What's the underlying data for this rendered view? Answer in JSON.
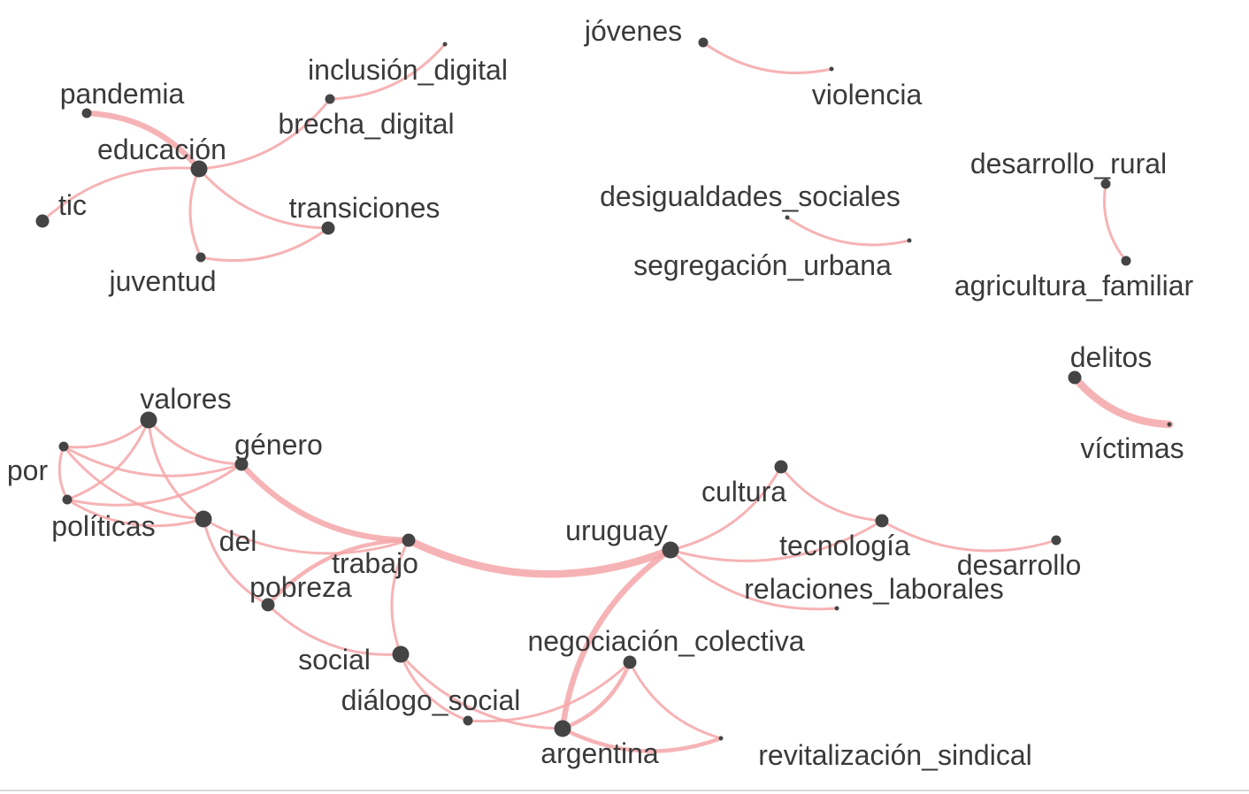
{
  "network": {
    "nodes": [
      {
        "id": "pandemia",
        "label": "pandemia",
        "size": "small"
      },
      {
        "id": "educacion",
        "label": "educación",
        "size": "large"
      },
      {
        "id": "tic",
        "label": "tic",
        "size": "medium"
      },
      {
        "id": "inclusion_digital",
        "label": "inclusión_digital",
        "size": "tiny"
      },
      {
        "id": "brecha_digital",
        "label": "brecha_digital",
        "size": "small"
      },
      {
        "id": "transiciones",
        "label": "transiciones",
        "size": "medium"
      },
      {
        "id": "juventud",
        "label": "juventud",
        "size": "small"
      },
      {
        "id": "jovenes",
        "label": "jóvenes",
        "size": "small"
      },
      {
        "id": "violencia",
        "label": "violencia",
        "size": "tiny"
      },
      {
        "id": "desigualdades_sociales",
        "label": "desigualdades_sociales",
        "size": "tiny"
      },
      {
        "id": "segregacion_urbana",
        "label": "segregación_urbana",
        "size": "tiny"
      },
      {
        "id": "desarrollo_rural",
        "label": "desarrollo_rural",
        "size": "small"
      },
      {
        "id": "agricultura_familiar",
        "label": "agricultura_familiar",
        "size": "small"
      },
      {
        "id": "delitos",
        "label": "delitos",
        "size": "medium"
      },
      {
        "id": "victimas",
        "label": "víctimas",
        "size": "tiny"
      },
      {
        "id": "valores",
        "label": "valores",
        "size": "large"
      },
      {
        "id": "por",
        "label": "por",
        "size": "small"
      },
      {
        "id": "genero",
        "label": "género",
        "size": "medium"
      },
      {
        "id": "politicas",
        "label": "políticas",
        "size": "small"
      },
      {
        "id": "del",
        "label": "del",
        "size": "large"
      },
      {
        "id": "trabajo",
        "label": "trabajo",
        "size": "medium"
      },
      {
        "id": "pobreza",
        "label": "pobreza",
        "size": "medium"
      },
      {
        "id": "social",
        "label": "social",
        "size": "large"
      },
      {
        "id": "dialogo_social",
        "label": "diálogo_social",
        "size": "small"
      },
      {
        "id": "argentina",
        "label": "argentina",
        "size": "large"
      },
      {
        "id": "negociacion_colectiva",
        "label": "negociación_colectiva",
        "size": "medium"
      },
      {
        "id": "revitalizacion_sindical",
        "label": "revitalización_sindical",
        "size": "tiny"
      },
      {
        "id": "uruguay",
        "label": "uruguay",
        "size": "large"
      },
      {
        "id": "cultura",
        "label": "cultura",
        "size": "medium"
      },
      {
        "id": "tecnologia",
        "label": "tecnología",
        "size": "medium"
      },
      {
        "id": "desarrollo",
        "label": "desarrollo",
        "size": "small"
      },
      {
        "id": "relaciones_laborales",
        "label": "relaciones_laborales",
        "size": "tiny"
      }
    ],
    "edges": [
      {
        "source": "educacion",
        "target": "pandemia",
        "weight": 3
      },
      {
        "source": "educacion",
        "target": "tic",
        "weight": 1
      },
      {
        "source": "educacion",
        "target": "brecha_digital",
        "weight": 1
      },
      {
        "source": "brecha_digital",
        "target": "inclusion_digital",
        "weight": 1
      },
      {
        "source": "educacion",
        "target": "transiciones",
        "weight": 1
      },
      {
        "source": "educacion",
        "target": "juventud",
        "weight": 1
      },
      {
        "source": "juventud",
        "target": "transiciones",
        "weight": 1
      },
      {
        "source": "jovenes",
        "target": "violencia",
        "weight": 1
      },
      {
        "source": "desigualdades_sociales",
        "target": "segregacion_urbana",
        "weight": 1
      },
      {
        "source": "desarrollo_rural",
        "target": "agricultura_familiar",
        "weight": 1
      },
      {
        "source": "delitos",
        "target": "victimas",
        "weight": 4
      },
      {
        "source": "por",
        "target": "valores",
        "weight": 1
      },
      {
        "source": "por",
        "target": "genero",
        "weight": 1
      },
      {
        "source": "por",
        "target": "del",
        "weight": 1
      },
      {
        "source": "por",
        "target": "politicas",
        "weight": 1
      },
      {
        "source": "politicas",
        "target": "valores",
        "weight": 1
      },
      {
        "source": "politicas",
        "target": "genero",
        "weight": 1
      },
      {
        "source": "politicas",
        "target": "del",
        "weight": 1
      },
      {
        "source": "valores",
        "target": "del",
        "weight": 1
      },
      {
        "source": "valores",
        "target": "genero",
        "weight": 1
      },
      {
        "source": "genero",
        "target": "trabajo",
        "weight": 3
      },
      {
        "source": "del",
        "target": "trabajo",
        "weight": 1
      },
      {
        "source": "del",
        "target": "pobreza",
        "weight": 1
      },
      {
        "source": "trabajo",
        "target": "uruguay",
        "weight": 4
      },
      {
        "source": "trabajo",
        "target": "pobreza",
        "weight": 2
      },
      {
        "source": "trabajo",
        "target": "social",
        "weight": 1
      },
      {
        "source": "pobreza",
        "target": "social",
        "weight": 1
      },
      {
        "source": "social",
        "target": "argentina",
        "weight": 1
      },
      {
        "source": "social",
        "target": "dialogo_social",
        "weight": 1
      },
      {
        "source": "dialogo_social",
        "target": "negociacion_colectiva",
        "weight": 1
      },
      {
        "source": "argentina",
        "target": "negociacion_colectiva",
        "weight": 2
      },
      {
        "source": "argentina",
        "target": "revitalizacion_sindical",
        "weight": 2
      },
      {
        "source": "negociacion_colectiva",
        "target": "revitalizacion_sindical",
        "weight": 1
      },
      {
        "source": "uruguay",
        "target": "argentina",
        "weight": 3
      },
      {
        "source": "uruguay",
        "target": "cultura",
        "weight": 1
      },
      {
        "source": "uruguay",
        "target": "tecnologia",
        "weight": 1
      },
      {
        "source": "uruguay",
        "target": "relaciones_laborales",
        "weight": 1
      },
      {
        "source": "cultura",
        "target": "tecnologia",
        "weight": 1
      },
      {
        "source": "tecnologia",
        "target": "desarrollo",
        "weight": 1
      }
    ]
  }
}
